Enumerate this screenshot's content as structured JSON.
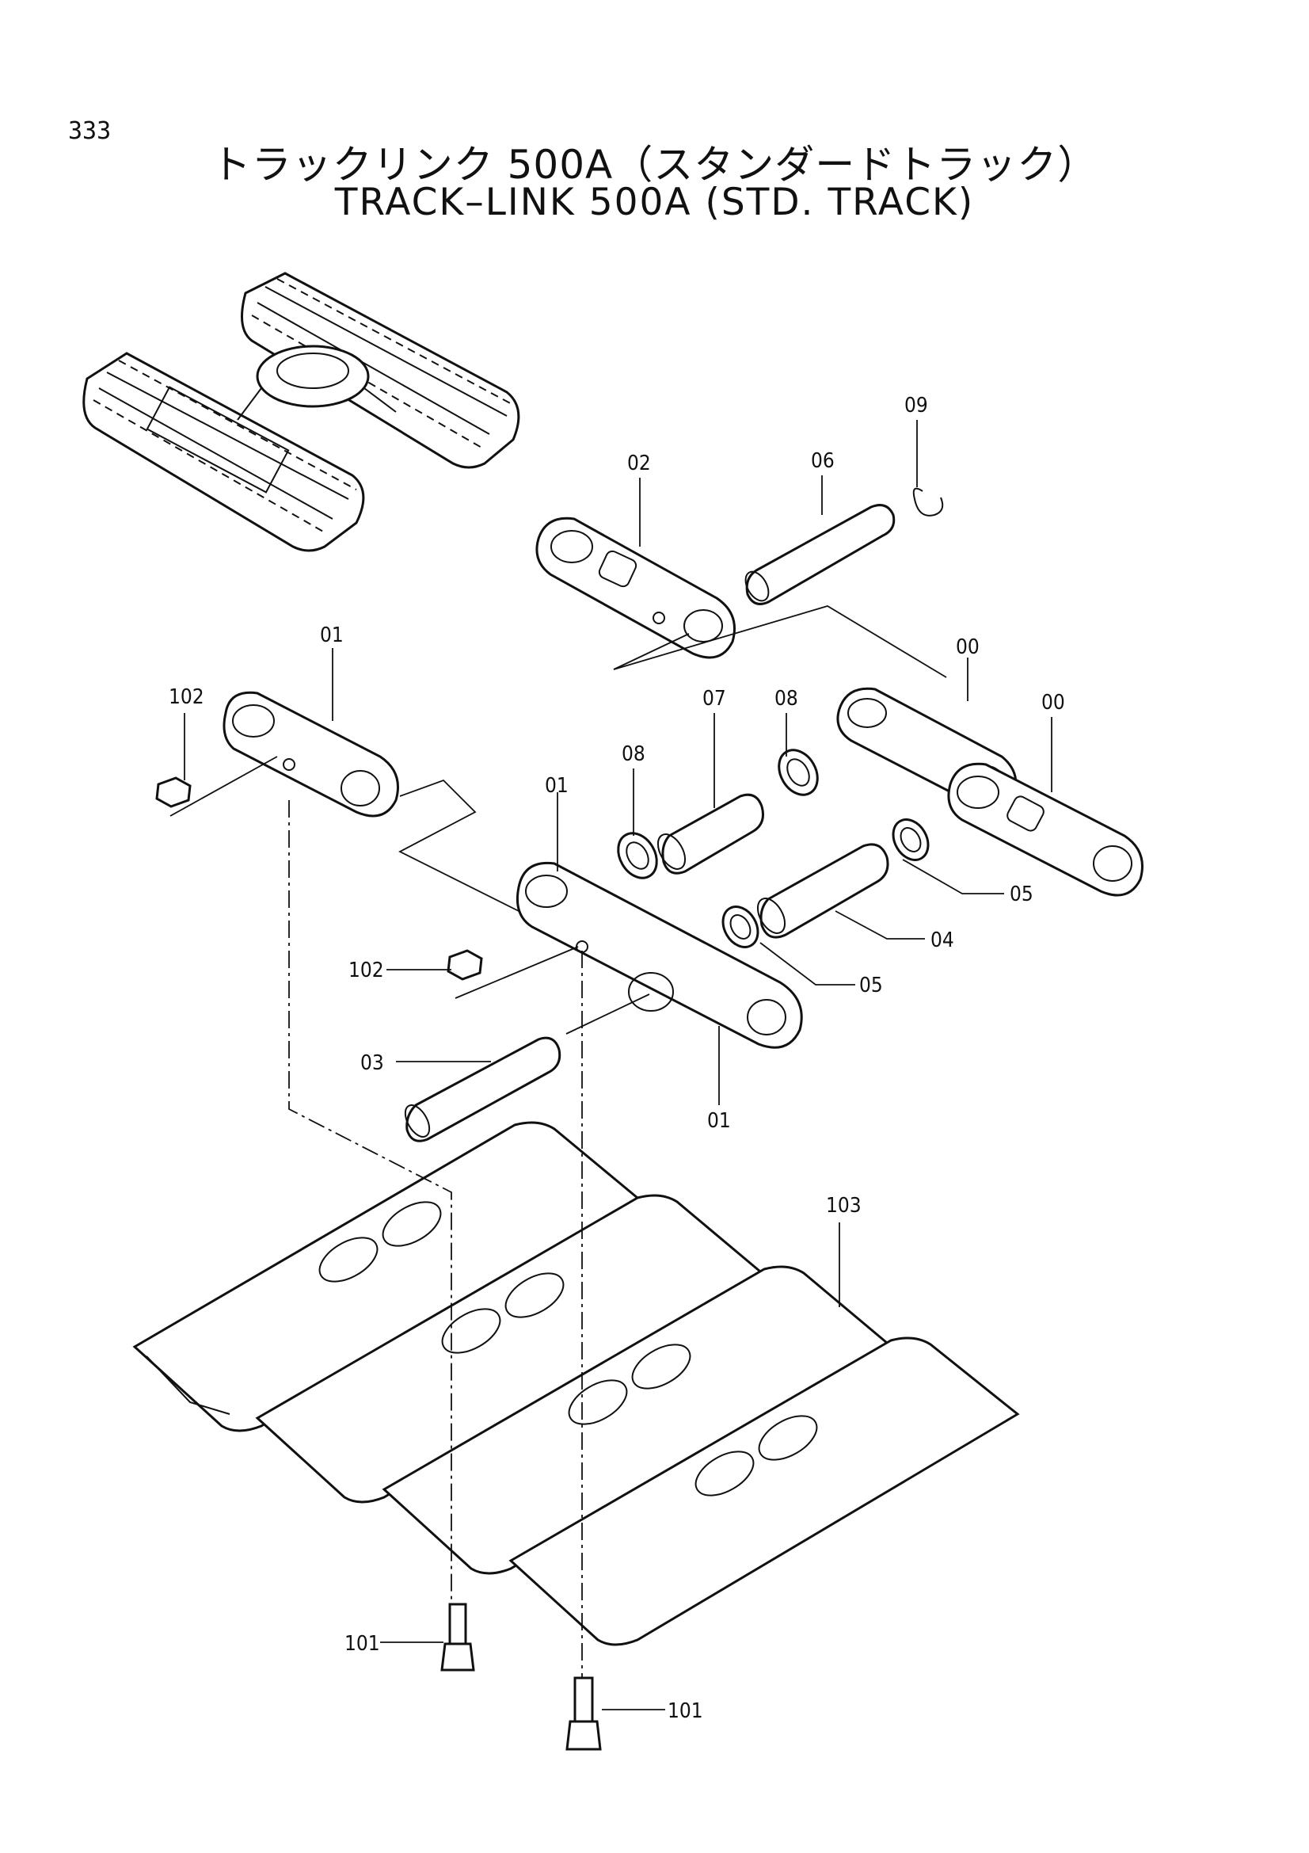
{
  "page_number": "333",
  "title_jp": "トラックリンク 500A（スタンダードトラック）",
  "title_en": "TRACK–LINK 500A (STD. TRACK)",
  "callouts": {
    "p00a": "00",
    "p00b": "00",
    "p01a": "01",
    "p01b": "01",
    "p01c": "01",
    "p02": "02",
    "p03": "03",
    "p04": "04",
    "p05a": "05",
    "p05b": "05",
    "p06": "06",
    "p07": "07",
    "p08a": "08",
    "p08b": "08",
    "p09": "09",
    "p101a": "101",
    "p101b": "101",
    "p102a": "102",
    "p102b": "102",
    "p103": "103"
  },
  "icons": {
    "undercarriage": "excavator-undercarriage-illustration",
    "link": "track-link-drawing",
    "pin": "pin-drawing",
    "bushing": "bushing-drawing",
    "seal": "seal-ring-drawing",
    "shoe": "track-shoe-drawing",
    "bolt": "shoe-bolt-drawing",
    "nut": "shoe-nut-drawing"
  }
}
